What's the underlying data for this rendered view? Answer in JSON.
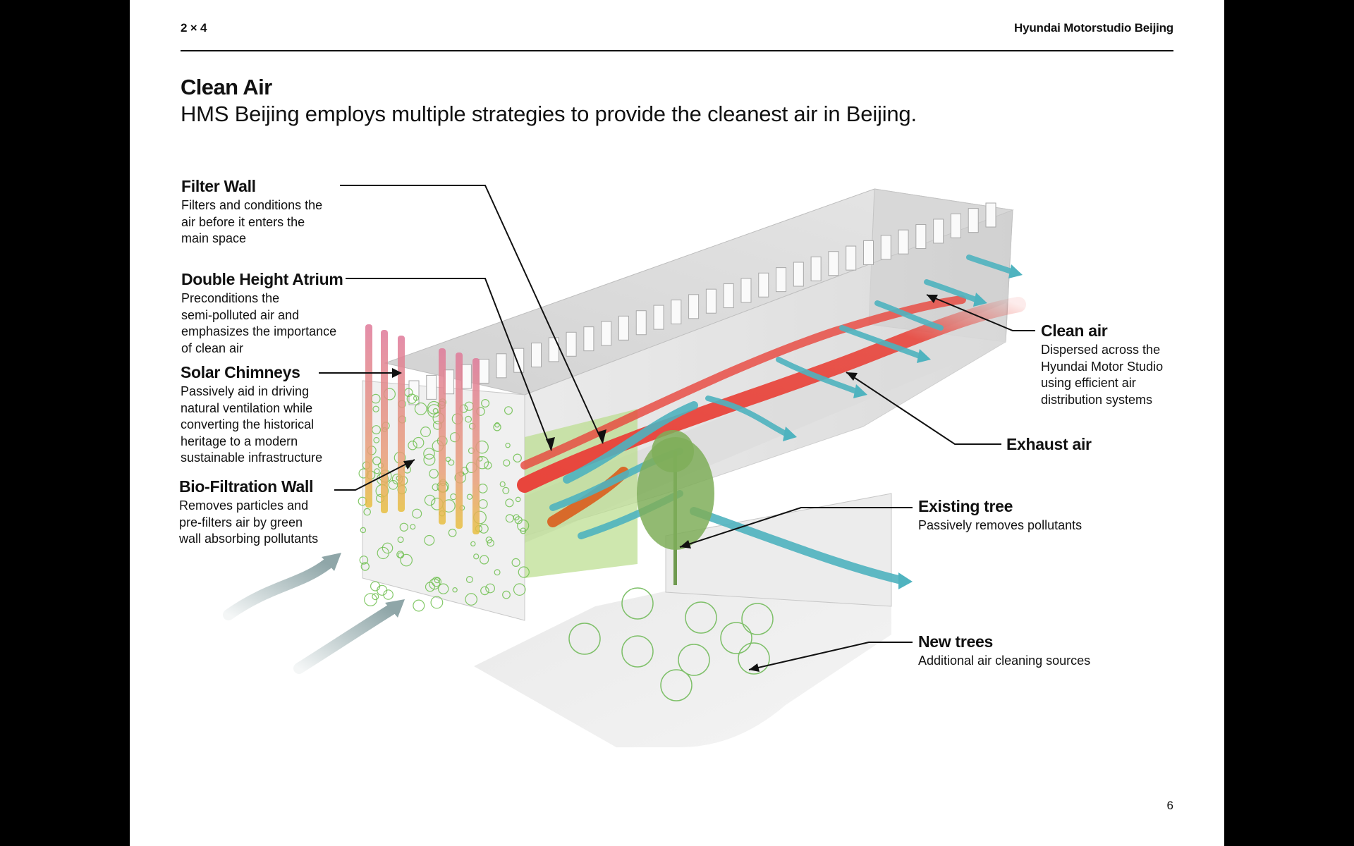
{
  "header": {
    "left": "2 × 4",
    "right": "Hyundai Motorstudio Beijing"
  },
  "title": "Clean Air",
  "subtitle": "HMS Beijing employs multiple strategies to provide the cleanest air in Beijing.",
  "page_number": "6",
  "colors": {
    "clean_air": "#4fb3bf",
    "exhaust_air": "#e8453c",
    "outside_air": "#8fa6a8",
    "greenery": "#6fbf4f",
    "chimney": "#e07a9a"
  },
  "callouts": {
    "filter_wall": {
      "title": "Filter Wall",
      "desc": "Filters and conditions the\nair before it enters the\nmain space"
    },
    "atrium": {
      "title": "Double Height Atrium",
      "desc": "Preconditions the\nsemi-polluted air and\nemphasizes the importance\nof clean air"
    },
    "chimneys": {
      "title": "Solar Chimneys",
      "desc": "Passively aid in driving\nnatural ventilation while\nconverting the historical\nheritage to a modern\nsustainable infrastructure"
    },
    "biofiltration": {
      "title": "Bio-Filtration Wall",
      "desc": "Removes particles and\npre-filters air by green\nwall absorbing pollutants"
    },
    "clean_air": {
      "title": "Clean air",
      "desc": "Dispersed across the\nHyundai Motor Studio\nusing efficient air\ndistribution systems"
    },
    "exhaust_air": {
      "title": "Exhaust air"
    },
    "existing_tree": {
      "title": "Existing tree",
      "desc": "Passively removes pollutants"
    },
    "new_trees": {
      "title": "New trees",
      "desc": "Additional air cleaning sources"
    }
  }
}
